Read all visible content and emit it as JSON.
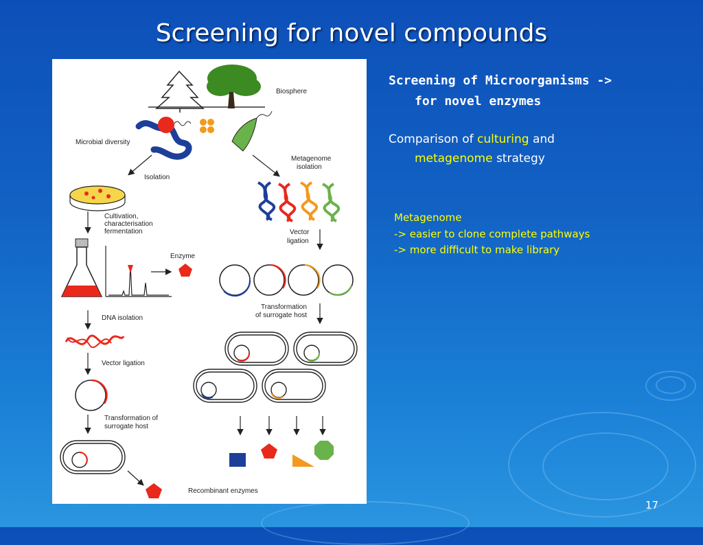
{
  "slide": {
    "title": "Screening for novel compounds",
    "page_number": "17"
  },
  "figure": {
    "labels": {
      "biosphere": "Biosphere",
      "microbial_diversity": "Microbial diversity",
      "isolation": "Isolation",
      "metagenome_isolation_1": "Metagenome",
      "metagenome_isolation_2": "isolation",
      "cultivation_1": "Cultivation,",
      "cultivation_2": "characterisation",
      "cultivation_3": "fermentation",
      "enzyme": "Enzyme",
      "vector_ligation_right_1": "Vector",
      "vector_ligation_right_2": "ligation",
      "dna_isolation": "DNA isolation",
      "transformation_right_1": "Transformation",
      "transformation_right_2": "of surrogate host",
      "vector_ligation_left": "Vector ligation",
      "transformation_left_1": "Transformation of",
      "transformation_left_2": "surrogate host",
      "recombinant_enzymes": "Recombinant enzymes"
    },
    "colors": {
      "red": "#e8291c",
      "blue": "#1d3f9a",
      "orange": "#f29a1e",
      "green": "#6ab24a",
      "tree_green": "#3c8a22",
      "flask_red": "#e8291c"
    }
  },
  "text": {
    "heading_line1": "Screening of Microorganisms ->",
    "heading_line2": "for novel enzymes",
    "comparison_prefix": "Comparison of ",
    "comparison_culturing": "culturing",
    "comparison_and": " and",
    "comparison_metagenome": "metagenome",
    "comparison_suffix": " strategy",
    "meta_title": "Metagenome",
    "meta_point1": "-> easier to clone complete pathways",
    "meta_point2": "-> more difficult to make library"
  }
}
